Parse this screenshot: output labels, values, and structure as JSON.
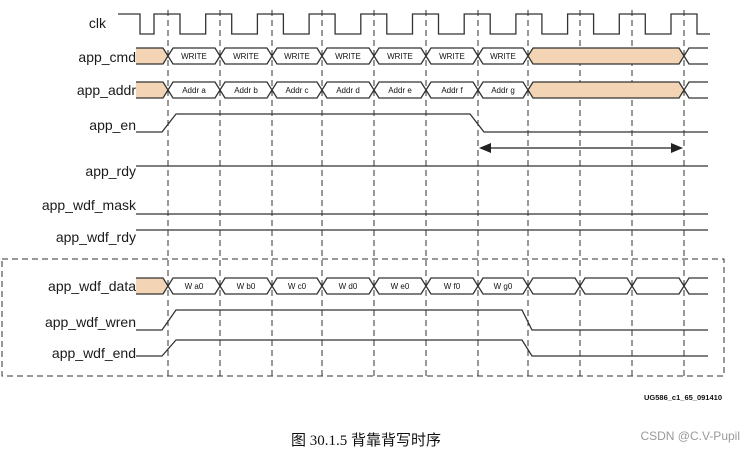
{
  "signals": {
    "clk": "clk",
    "app_cmd": "app_cmd",
    "app_addr": "app_addr",
    "app_en": "app_en",
    "app_rdy": "app_rdy",
    "app_wdf_mask": "app_wdf_mask",
    "app_wdf_rdy": "app_wdf_rdy",
    "app_wdf_data": "app_wdf_data",
    "app_wdf_wren": "app_wdf_wren",
    "app_wdf_end": "app_wdf_end"
  },
  "cmd_values": [
    "WRITE",
    "WRITE",
    "WRITE",
    "WRITE",
    "WRITE",
    "WRITE",
    "WRITE"
  ],
  "addr_values": [
    "Addr a",
    "Addr b",
    "Addr c",
    "Addr d",
    "Addr e",
    "Addr f",
    "Addr g"
  ],
  "data_values": [
    "W a0",
    "W b0",
    "W c0",
    "W d0",
    "W e0",
    "W f0",
    "W g0"
  ],
  "figure_id": "UG586_c1_65_091410",
  "caption": "图 30.1.5 背靠背写时序",
  "watermark": "CSDN @C.V-Pupil",
  "colors": {
    "shade": "#f3d5b5",
    "stroke": "#333333"
  }
}
